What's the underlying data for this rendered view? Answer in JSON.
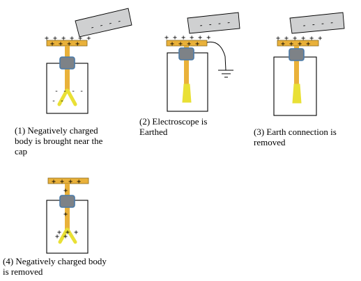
{
  "panels": [
    {
      "id": "1",
      "caption": [
        "(1) Negatively charged",
        "body is brought near the",
        "cap"
      ],
      "body_charge": "- - - -",
      "cap_charge": "+ + + + + +"
    },
    {
      "id": "2",
      "caption": [
        "(2) Electroscope is",
        "Earthed"
      ],
      "body_charge": "- - - -",
      "cap_charge": "+ + + + + +"
    },
    {
      "id": "3",
      "caption": [
        "(3) Earth connection is",
        "removed"
      ],
      "body_charge": "- - - -",
      "cap_charge": "+ + + + + +"
    },
    {
      "id": "4",
      "caption": [
        "(4) Negatively charged body",
        "is removed"
      ]
    }
  ],
  "colors": {
    "brass": "#e9b13a",
    "leaf": "#e9e035",
    "knob": "#7d8287",
    "knob_outline": "#4a7aa8",
    "charged_body": "#cfd0d1"
  }
}
